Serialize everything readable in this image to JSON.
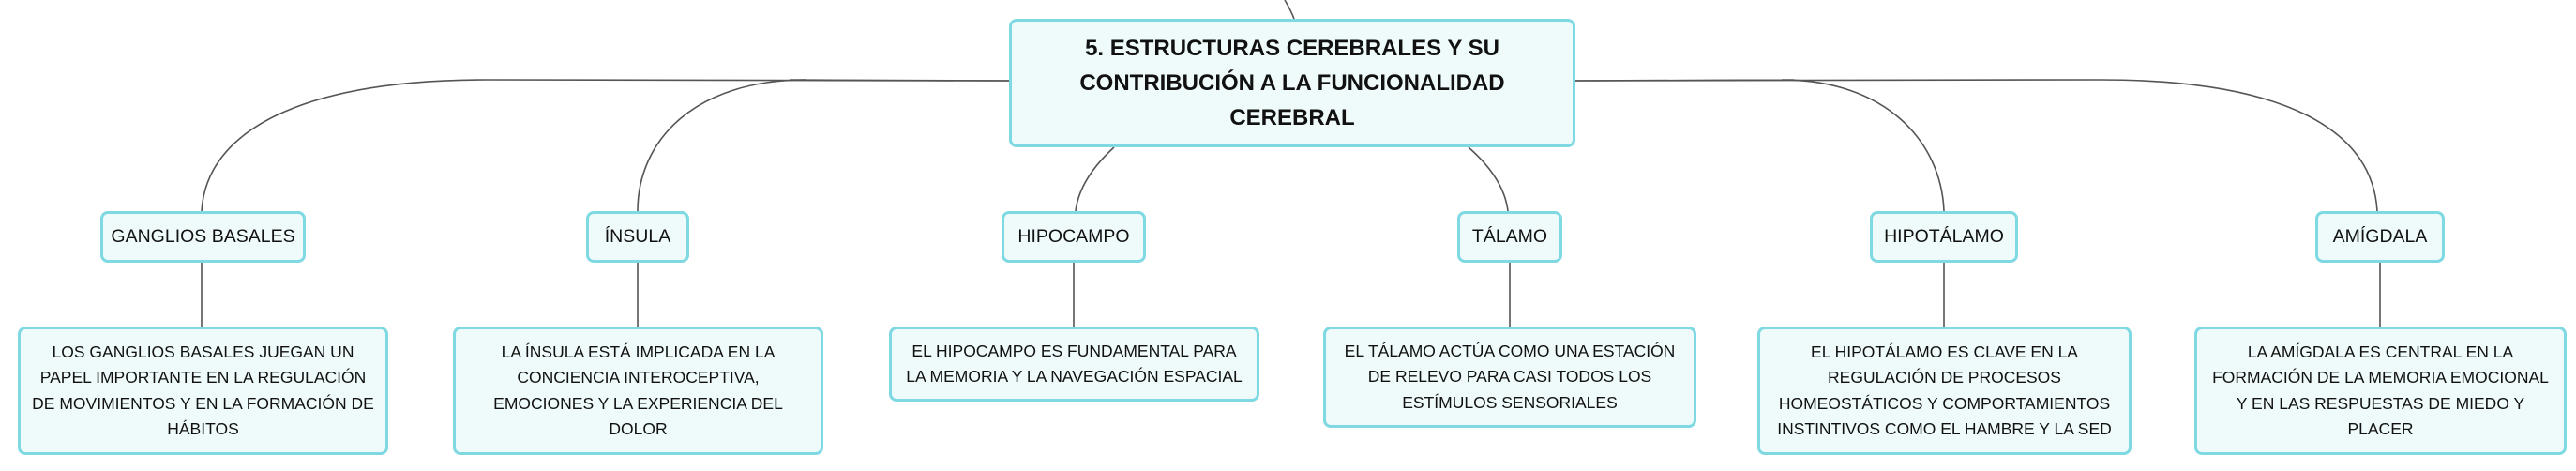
{
  "diagram": {
    "central": {
      "label": "5. ESTRUCTURAS CEREBRALES Y SU CONTRIBUCIÓN A LA FUNCIONALIDAD CEREBRAL"
    },
    "branches": [
      {
        "label": "GANGLIOS BASALES",
        "detail": "LOS GANGLIOS BASALES JUEGAN UN PAPEL IMPORTANTE EN LA REGULACIÓN DE MOVIMIENTOS Y EN LA FORMACIÓN DE HÁBITOS"
      },
      {
        "label": "ÍNSULA",
        "detail": "LA ÍNSULA ESTÁ IMPLICADA EN LA CONCIENCIA INTEROCEPTIVA, EMOCIONES Y LA EXPERIENCIA DEL DOLOR"
      },
      {
        "label": "HIPOCAMPO",
        "detail": "EL HIPOCAMPO ES FUNDAMENTAL PARA LA MEMORIA Y LA NAVEGACIÓN ESPACIAL"
      },
      {
        "label": "TÁLAMO",
        "detail": "EL TÁLAMO ACTÚA COMO UNA ESTACIÓN DE RELEVO PARA CASI TODOS LOS ESTÍMULOS SENSORIALES"
      },
      {
        "label": "HIPOTÁLAMO",
        "detail": "EL HIPOTÁLAMO ES CLAVE EN LA REGULACIÓN DE PROCESOS HOMEOSTÁTICOS Y COMPORTAMIENTOS INSTINTIVOS COMO EL HAMBRE Y LA SED"
      },
      {
        "label": "AMÍGDALA",
        "detail": "LA AMÍGDALA ES CENTRAL EN LA FORMACIÓN DE LA MEMORIA EMOCIONAL Y EN LAS RESPUESTAS DE MIEDO Y PLACER"
      }
    ]
  },
  "colors": {
    "node_border": "#7fd9e2",
    "node_fill": "#effafa",
    "connector": "#555555",
    "text": "#111111"
  }
}
